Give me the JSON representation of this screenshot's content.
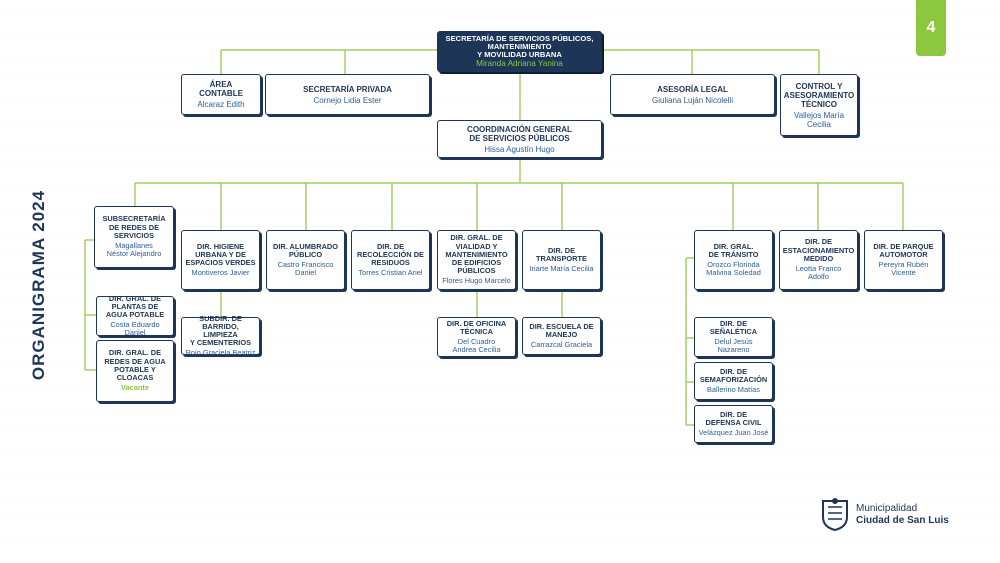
{
  "page_number": "4",
  "side_title": "ORGANIGRAMA 2024",
  "logo": {
    "line1": "Municipalidad",
    "line2": "Ciudad de San Luis"
  },
  "colors": {
    "navy": "#1d3557",
    "green": "#8dc63f",
    "name_blue": "#2b5d9c"
  },
  "nodes": {
    "secretaria": {
      "title": "SECRETARÍA DE SERVICIOS PÚBLICOS,\nMANTENIMIENTO\nY MOVILIDAD URBANA",
      "name": "Miranda Adriana Yanina"
    },
    "area_contable": {
      "title": "ÁREA\nCONTABLE",
      "name": "Alcaraz Edith"
    },
    "secretaria_privada": {
      "title": "SECRETARÍA PRIVADA",
      "name": "Cornejo Lidia Ester"
    },
    "asesoria_legal": {
      "title": "ASESORÍA LEGAL",
      "name": "Giuliana Luján Nicolelli"
    },
    "control_asesoramiento": {
      "title": "CONTROL Y\nASESORAMIENTO\nTÉCNICO",
      "name": "Vallejos María\nCecilia"
    },
    "coordinacion": {
      "title": "COORDINACIÓN GENERAL\nDE SERVICIOS PÚBLICOS",
      "name": "Hissa Agustín Hugo"
    },
    "subsecretaria_redes": {
      "title": "SUBSECRETARÍA\nDE REDES DE\nSERVICIOS",
      "name": "Magallanes\nNéstor Alejandro"
    },
    "dir_plantas_agua": {
      "title": "DIR. GRAL. DE\nPLANTAS DE\nAGUA POTABLE",
      "name": "Costa Eduardo Daniel"
    },
    "dir_redes_agua": {
      "title": "DIR. GRAL. DE\nREDES DE AGUA\nPOTABLE Y\nCLOACAS",
      "name": "Vacante"
    },
    "dir_higiene": {
      "title": "DIR. HIGIENE\nURBANA Y DE\nESPACIOS VERDES",
      "name": "Montiveros Javier"
    },
    "subdir_barrido": {
      "title": "SUBDIR. DE\nBARRIDO, LIMPIEZA\nY CEMENTERIOS",
      "name": "Rojo Graciela Beatriz"
    },
    "dir_alumbrado": {
      "title": "DIR. ALUMBRADO\nPÚBLICO",
      "name": "Castro Francisco\nDaniel"
    },
    "dir_recoleccion": {
      "title": "DIR. DE\nRECOLECCIÓN DE\nRESIDUOS",
      "name": "Torres Cristian Ariel"
    },
    "dir_vialidad": {
      "title": "DIR. GRAL. DE\nVIALIDAD Y\nMANTENIMIENTO\nDE EDIFICIOS\nPÚBLICOS",
      "name": "Flores Hugo Marcelo"
    },
    "dir_oficina_tecnica": {
      "title": "DIR. DE OFICINA\nTÉCNICA",
      "name": "Del Cuadro\nAndrea Cecilia"
    },
    "dir_transporte": {
      "title": "DIR. DE\nTRANSPORTE",
      "name": "Iriarte María Cecilia"
    },
    "dir_escuela_manejo": {
      "title": "DIR. ESCUELA DE\nMANEJO",
      "name": "Carrazcal Graciela"
    },
    "dir_transito": {
      "title": "DIR. GRAL.\nDE TRÁNSITO",
      "name": "Orozco Florinda\nMalvina Soledad"
    },
    "dir_senaletica": {
      "title": "DIR. DE\nSEÑALÉTICA",
      "name": "Delul Jesús\nNazareno"
    },
    "dir_semaforizacion": {
      "title": "DIR. DE\nSEMAFORIZACIÓN",
      "name": "Ballerino Matías"
    },
    "dir_defensa_civil": {
      "title": "DIR. DE\nDEFENSA CIVIL",
      "name": "Velázquez Juan José"
    },
    "dir_estacionamiento": {
      "title": "DIR. DE\nESTACIONAMIENTO\nMEDIDO",
      "name": "Leotta Franco\nAdolfo"
    },
    "dir_parque_automotor": {
      "title": "DIR. DE PARQUE\nAUTOMOTOR",
      "name": "Pereyra Rubén\nVicente"
    }
  }
}
